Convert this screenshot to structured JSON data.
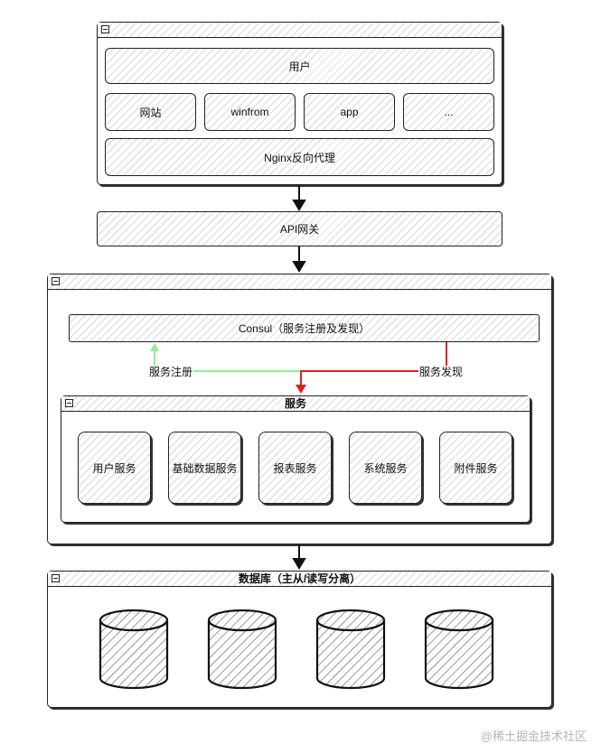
{
  "client_layer": {
    "user": "用户",
    "clients": [
      "网站",
      "winfrom",
      "app",
      "..."
    ],
    "proxy": "Nginx反向代理"
  },
  "gateway": "API网关",
  "service_layer": {
    "consul": "Consul（服务注册及发现）",
    "register_label": "服务注册",
    "discover_label": "服务发现",
    "services_title": "服务",
    "services": [
      "用户服务",
      "基础数据服务",
      "报表服务",
      "系统服务",
      "附件服务"
    ]
  },
  "database_layer": {
    "title": "数据库（主从/读写分离）"
  },
  "watermark": "@稀土掘金技术社区",
  "colors": {
    "register_arrow": "#8ef08e",
    "discover_arrow": "#e02020",
    "stroke": "#222222"
  }
}
